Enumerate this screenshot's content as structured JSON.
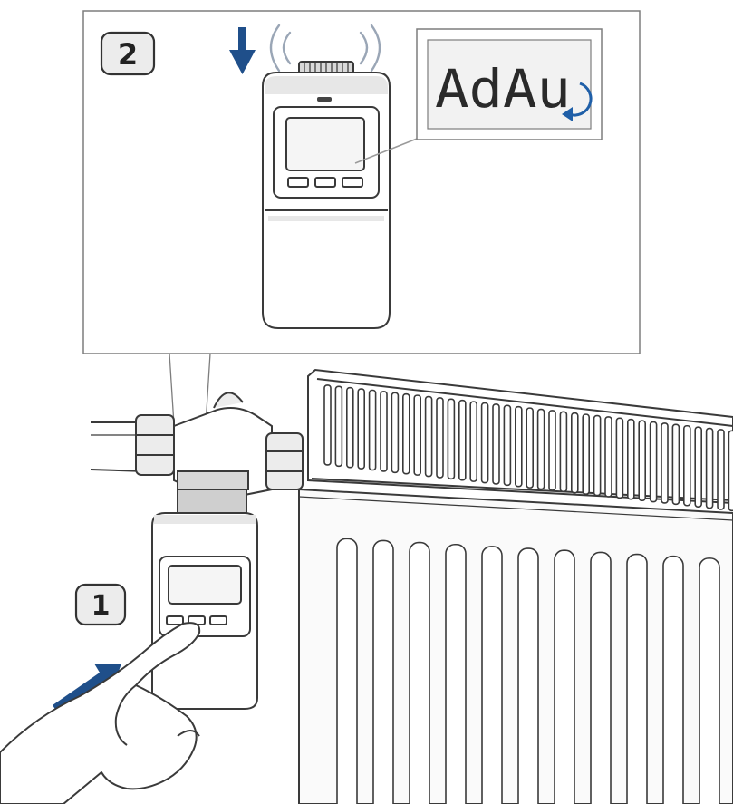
{
  "steps": [
    {
      "number": "1"
    },
    {
      "number": "2"
    }
  ],
  "lcd": {
    "text": "AdAu"
  },
  "colors": {
    "arrow": "#1f4f8a",
    "wave": "#9aa6b6",
    "line": "#3a3a3a",
    "shade": "#e7e7e7"
  },
  "icons": [
    "arrow-down-icon",
    "arrow-right-icon",
    "rotate-icon",
    "signal-waves-icon"
  ]
}
